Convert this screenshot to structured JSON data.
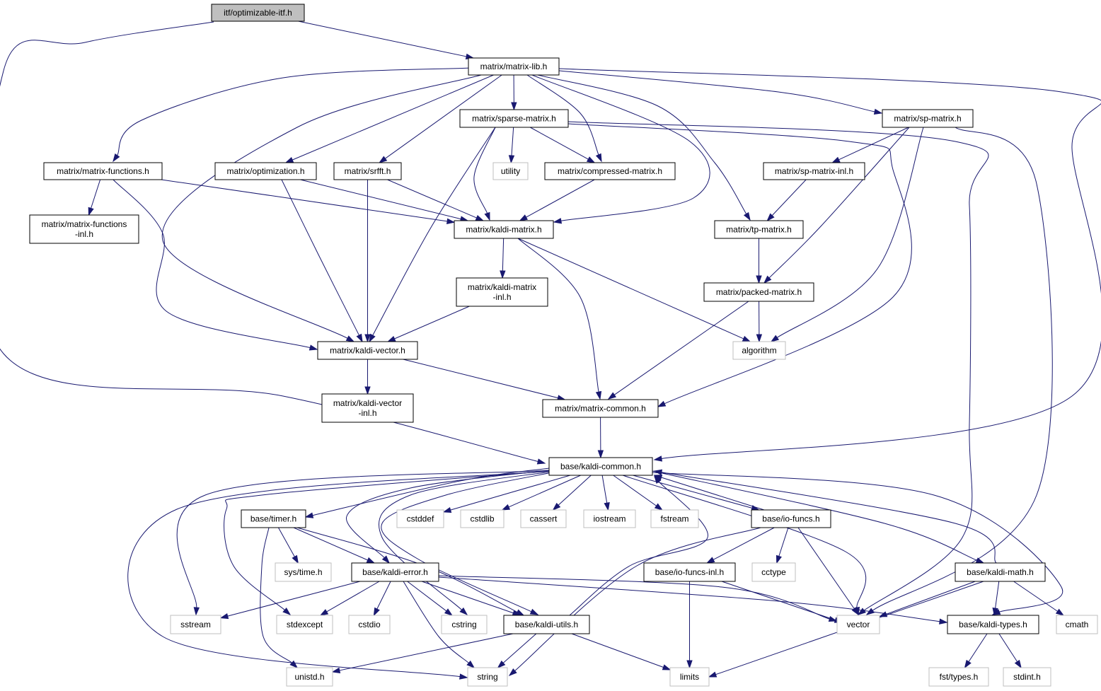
{
  "diagram": {
    "nodes": [
      {
        "id": "optimizable-itf",
        "lines": [
          "itf/optimizable-itf.h"
        ],
        "kind": "root"
      },
      {
        "id": "matrix-lib",
        "lines": [
          "matrix/matrix-lib.h"
        ],
        "kind": "local"
      },
      {
        "id": "sparse-matrix",
        "lines": [
          "matrix/sparse-matrix.h"
        ],
        "kind": "local"
      },
      {
        "id": "sp-matrix",
        "lines": [
          "matrix/sp-matrix.h"
        ],
        "kind": "local"
      },
      {
        "id": "matrix-functions",
        "lines": [
          "matrix/matrix-functions.h"
        ],
        "kind": "local"
      },
      {
        "id": "optimization",
        "lines": [
          "matrix/optimization.h"
        ],
        "kind": "local"
      },
      {
        "id": "srfft",
        "lines": [
          "matrix/srfft.h"
        ],
        "kind": "local"
      },
      {
        "id": "utility",
        "lines": [
          "utility"
        ],
        "kind": "system"
      },
      {
        "id": "compressed-matrix",
        "lines": [
          "matrix/compressed-matrix.h"
        ],
        "kind": "local"
      },
      {
        "id": "sp-matrix-inl",
        "lines": [
          "matrix/sp-matrix-inl.h"
        ],
        "kind": "local"
      },
      {
        "id": "matrix-functions-inl",
        "lines": [
          "matrix/matrix-functions",
          "-inl.h"
        ],
        "kind": "local"
      },
      {
        "id": "kaldi-matrix",
        "lines": [
          "matrix/kaldi-matrix.h"
        ],
        "kind": "local"
      },
      {
        "id": "tp-matrix",
        "lines": [
          "matrix/tp-matrix.h"
        ],
        "kind": "local"
      },
      {
        "id": "kaldi-matrix-inl",
        "lines": [
          "matrix/kaldi-matrix",
          "-inl.h"
        ],
        "kind": "local"
      },
      {
        "id": "packed-matrix",
        "lines": [
          "matrix/packed-matrix.h"
        ],
        "kind": "local"
      },
      {
        "id": "kaldi-vector",
        "lines": [
          "matrix/kaldi-vector.h"
        ],
        "kind": "local"
      },
      {
        "id": "algorithm",
        "lines": [
          "algorithm"
        ],
        "kind": "system"
      },
      {
        "id": "kaldi-vector-inl",
        "lines": [
          "matrix/kaldi-vector",
          "-inl.h"
        ],
        "kind": "local"
      },
      {
        "id": "matrix-common",
        "lines": [
          "matrix/matrix-common.h"
        ],
        "kind": "local"
      },
      {
        "id": "kaldi-common",
        "lines": [
          "base/kaldi-common.h"
        ],
        "kind": "local"
      },
      {
        "id": "timer",
        "lines": [
          "base/timer.h"
        ],
        "kind": "local"
      },
      {
        "id": "cstddef",
        "lines": [
          "cstddef"
        ],
        "kind": "system"
      },
      {
        "id": "cstdlib",
        "lines": [
          "cstdlib"
        ],
        "kind": "system"
      },
      {
        "id": "cassert",
        "lines": [
          "cassert"
        ],
        "kind": "system"
      },
      {
        "id": "iostream",
        "lines": [
          "iostream"
        ],
        "kind": "system"
      },
      {
        "id": "fstream",
        "lines": [
          "fstream"
        ],
        "kind": "system"
      },
      {
        "id": "io-funcs",
        "lines": [
          "base/io-funcs.h"
        ],
        "kind": "local"
      },
      {
        "id": "systime",
        "lines": [
          "sys/time.h"
        ],
        "kind": "system"
      },
      {
        "id": "kaldi-error",
        "lines": [
          "base/kaldi-error.h"
        ],
        "kind": "local"
      },
      {
        "id": "io-funcs-inl",
        "lines": [
          "base/io-funcs-inl.h"
        ],
        "kind": "local"
      },
      {
        "id": "cctype",
        "lines": [
          "cctype"
        ],
        "kind": "system"
      },
      {
        "id": "kaldi-math",
        "lines": [
          "base/kaldi-math.h"
        ],
        "kind": "local"
      },
      {
        "id": "sstream",
        "lines": [
          "sstream"
        ],
        "kind": "system"
      },
      {
        "id": "stdexcept",
        "lines": [
          "stdexcept"
        ],
        "kind": "system"
      },
      {
        "id": "cstdio",
        "lines": [
          "cstdio"
        ],
        "kind": "system"
      },
      {
        "id": "cstring",
        "lines": [
          "cstring"
        ],
        "kind": "system"
      },
      {
        "id": "kaldi-utils",
        "lines": [
          "base/kaldi-utils.h"
        ],
        "kind": "local"
      },
      {
        "id": "vector",
        "lines": [
          "vector"
        ],
        "kind": "system"
      },
      {
        "id": "kaldi-types",
        "lines": [
          "base/kaldi-types.h"
        ],
        "kind": "local"
      },
      {
        "id": "cmath",
        "lines": [
          "cmath"
        ],
        "kind": "system"
      },
      {
        "id": "unistd",
        "lines": [
          "unistd.h"
        ],
        "kind": "system"
      },
      {
        "id": "string",
        "lines": [
          "string"
        ],
        "kind": "system"
      },
      {
        "id": "limits",
        "lines": [
          "limits"
        ],
        "kind": "system"
      },
      {
        "id": "fsttypes",
        "lines": [
          "fst/types.h"
        ],
        "kind": "system"
      },
      {
        "id": "stdint",
        "lines": [
          "stdint.h"
        ],
        "kind": "system"
      }
    ],
    "edges": [
      [
        "optimizable-itf",
        "matrix-lib"
      ],
      [
        "optimizable-itf",
        "kaldi-common"
      ],
      [
        "matrix-lib",
        "sparse-matrix"
      ],
      [
        "matrix-lib",
        "sp-matrix"
      ],
      [
        "matrix-lib",
        "matrix-functions"
      ],
      [
        "matrix-lib",
        "optimization"
      ],
      [
        "matrix-lib",
        "srfft"
      ],
      [
        "matrix-lib",
        "compressed-matrix"
      ],
      [
        "matrix-lib",
        "kaldi-matrix"
      ],
      [
        "matrix-lib",
        "tp-matrix"
      ],
      [
        "matrix-lib",
        "kaldi-vector"
      ],
      [
        "matrix-lib",
        "kaldi-common"
      ],
      [
        "sparse-matrix",
        "utility"
      ],
      [
        "sparse-matrix",
        "compressed-matrix"
      ],
      [
        "sparse-matrix",
        "kaldi-matrix"
      ],
      [
        "sparse-matrix",
        "kaldi-vector"
      ],
      [
        "sparse-matrix",
        "matrix-common"
      ],
      [
        "sparse-matrix",
        "vector"
      ],
      [
        "sp-matrix",
        "sp-matrix-inl"
      ],
      [
        "sp-matrix",
        "packed-matrix"
      ],
      [
        "sp-matrix",
        "algorithm"
      ],
      [
        "sp-matrix",
        "vector"
      ],
      [
        "matrix-functions",
        "matrix-functions-inl"
      ],
      [
        "matrix-functions",
        "kaldi-matrix"
      ],
      [
        "matrix-functions",
        "kaldi-vector"
      ],
      [
        "optimization",
        "kaldi-matrix"
      ],
      [
        "optimization",
        "kaldi-vector"
      ],
      [
        "srfft",
        "kaldi-matrix"
      ],
      [
        "srfft",
        "kaldi-vector"
      ],
      [
        "compressed-matrix",
        "kaldi-matrix"
      ],
      [
        "sp-matrix-inl",
        "tp-matrix"
      ],
      [
        "kaldi-matrix",
        "kaldi-matrix-inl"
      ],
      [
        "kaldi-matrix",
        "algorithm"
      ],
      [
        "kaldi-matrix",
        "matrix-common"
      ],
      [
        "tp-matrix",
        "packed-matrix"
      ],
      [
        "kaldi-matrix-inl",
        "kaldi-vector"
      ],
      [
        "packed-matrix",
        "algorithm"
      ],
      [
        "packed-matrix",
        "matrix-common"
      ],
      [
        "kaldi-vector",
        "kaldi-vector-inl"
      ],
      [
        "kaldi-vector",
        "matrix-common"
      ],
      [
        "matrix-common",
        "kaldi-common"
      ],
      [
        "kaldi-common",
        "timer"
      ],
      [
        "kaldi-common",
        "cstddef"
      ],
      [
        "kaldi-common",
        "cstdlib"
      ],
      [
        "kaldi-common",
        "cassert"
      ],
      [
        "kaldi-common",
        "iostream"
      ],
      [
        "kaldi-common",
        "fstream"
      ],
      [
        "kaldi-common",
        "io-funcs"
      ],
      [
        "kaldi-common",
        "kaldi-error"
      ],
      [
        "kaldi-common",
        "kaldi-math"
      ],
      [
        "kaldi-common",
        "sstream"
      ],
      [
        "kaldi-common",
        "stdexcept"
      ],
      [
        "kaldi-common",
        "cstring"
      ],
      [
        "kaldi-common",
        "kaldi-utils"
      ],
      [
        "kaldi-common",
        "vector"
      ],
      [
        "kaldi-common",
        "kaldi-types"
      ],
      [
        "kaldi-common",
        "string"
      ],
      [
        "timer",
        "systime"
      ],
      [
        "timer",
        "kaldi-error"
      ],
      [
        "timer",
        "kaldi-utils"
      ],
      [
        "timer",
        "unistd"
      ],
      [
        "io-funcs",
        "kaldi-common"
      ],
      [
        "io-funcs",
        "io-funcs-inl"
      ],
      [
        "io-funcs",
        "cctype"
      ],
      [
        "io-funcs",
        "vector"
      ],
      [
        "io-funcs",
        "string"
      ],
      [
        "kaldi-error",
        "sstream"
      ],
      [
        "kaldi-error",
        "stdexcept"
      ],
      [
        "kaldi-error",
        "cstdio"
      ],
      [
        "kaldi-error",
        "cstring"
      ],
      [
        "kaldi-error",
        "kaldi-utils"
      ],
      [
        "kaldi-error",
        "vector"
      ],
      [
        "kaldi-error",
        "kaldi-types"
      ],
      [
        "kaldi-error",
        "string"
      ],
      [
        "io-funcs-inl",
        "vector"
      ],
      [
        "io-funcs-inl",
        "limits"
      ],
      [
        "kaldi-math",
        "kaldi-common"
      ],
      [
        "kaldi-math",
        "vector"
      ],
      [
        "kaldi-math",
        "kaldi-types"
      ],
      [
        "kaldi-math",
        "cmath"
      ],
      [
        "kaldi-math",
        "limits"
      ],
      [
        "kaldi-utils",
        "kaldi-common"
      ],
      [
        "kaldi-utils",
        "unistd"
      ],
      [
        "kaldi-utils",
        "string"
      ],
      [
        "kaldi-utils",
        "limits"
      ],
      [
        "kaldi-types",
        "fsttypes"
      ],
      [
        "kaldi-types",
        "stdint"
      ]
    ],
    "colors": {
      "edge": "#191970",
      "local_border": "#000000",
      "system_border": "#bfbfbf",
      "root_fill": "#bfbfbf",
      "node_fill": "#ffffff",
      "text": "#000000"
    }
  }
}
